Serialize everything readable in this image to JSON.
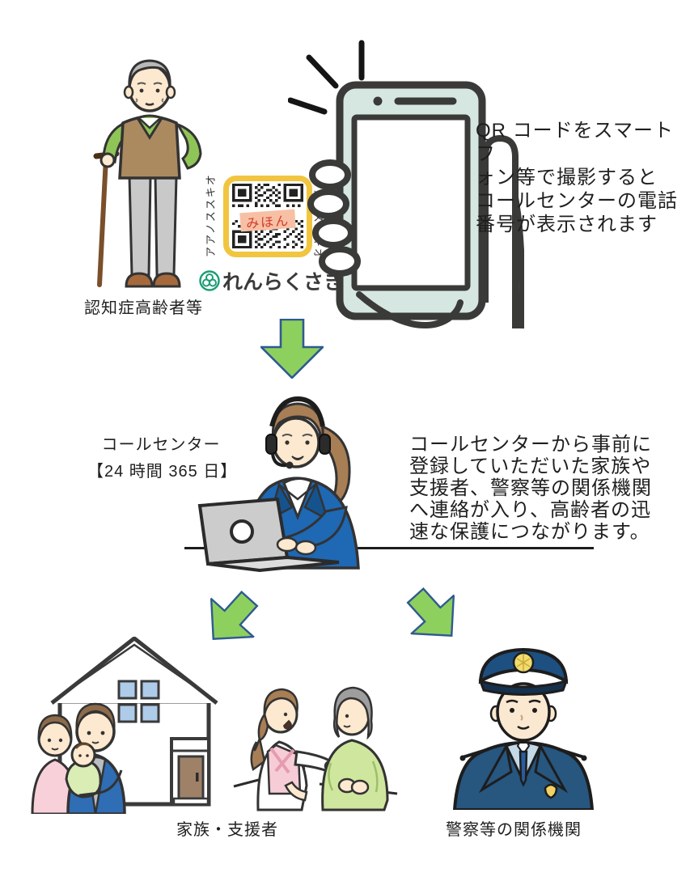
{
  "colors": {
    "arrow_green": "#8ed05e",
    "arrow_outline": "#2f5a90",
    "qr_frame_yellow": "#f1c53f",
    "sample_bg": "#f7c0a5",
    "sample_text": "#d43a28",
    "logo_green": "#1d9e74",
    "phone_body": "#d6e7e1",
    "operator_suit_blue": "#1e68b4",
    "police_navy": "#27567f",
    "outline_dark": "#3a3a38"
  },
  "scene_qr": {
    "elderly_label": "認知症高齢者等",
    "qr_side_text": "アアノススキオ",
    "qr_sample_label": "みほん",
    "qr_logo_text": "れんらくさき",
    "description": "QR コードをスマートフ\nォン等で撮影すると\nコールセンターの電話\n番号が表示されます"
  },
  "scene_callcenter": {
    "label": "コールセンター\n【24 時間 365 日】",
    "description": "コールセンターから事前に\n登録していただいた家族や\n支援者、警察等の関係機関\nへ連絡が入り、高齢者の迅\n速な保護につながります。"
  },
  "scene_contacts": {
    "family_label": "家族・支援者",
    "police_label": "警察等の関係機関"
  }
}
